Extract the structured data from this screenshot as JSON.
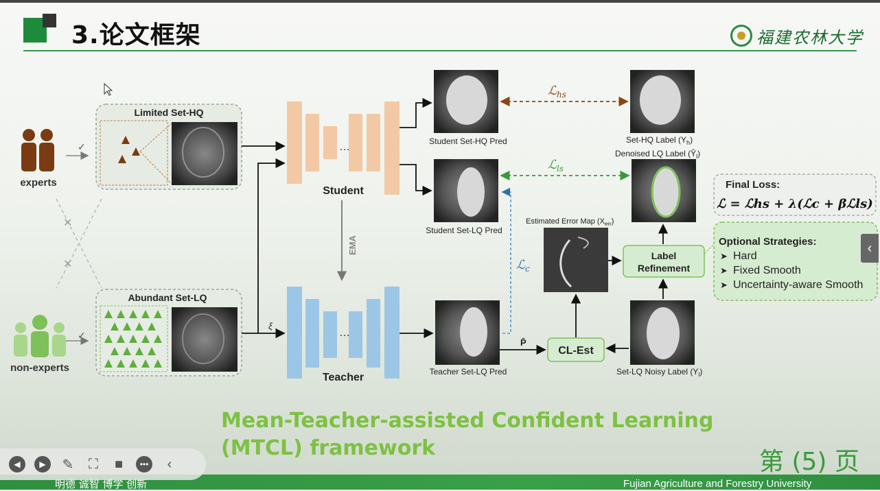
{
  "slide": {
    "title": "3.论文框架",
    "university_logo_text": "福建农林大学",
    "caption_line1": "Mean-Teacher-assisted Confident Learning",
    "caption_line2": "(MTCL) framework",
    "page_label": "第 (5) 页",
    "footer_left": "明德 诚智 博学 创新",
    "footer_right": "Fujian Agriculture and Forestry University"
  },
  "diagram": {
    "experts_label": "experts",
    "nonexperts_label": "non-experts",
    "hq_set_title": "Limited Set-HQ",
    "lq_set_title": "Abundant Set-LQ",
    "student_label": "Student",
    "teacher_label": "Teacher",
    "ema_label": "EMA",
    "xi_label": "ξ",
    "dots": "…",
    "student_hq_pred": "Student Set-HQ Pred",
    "student_lq_pred": "Student Set-LQ Pred",
    "teacher_lq_pred": "Teacher Set-LQ Pred",
    "sethq_label": "Set-HQ Label (Y",
    "sethq_label_sub": "h",
    "denoised_label": "Denoised LQ Label (Ŷ",
    "denoised_label_sub": "l",
    "noisy_label": "Set-LQ Noisy Label (Y",
    "noisy_label_sub": "l",
    "error_map_label": "Estimated Error Map (X",
    "error_map_sub": "err",
    "loss_hs": "ℒ",
    "loss_hs_sub": "hs",
    "loss_ls": "ℒ",
    "loss_ls_sub": "ls",
    "loss_c": "ℒ",
    "loss_c_sub": "c",
    "p_label": "P̄",
    "cl_est": "CL-Est",
    "label_refinement_1": "Label",
    "label_refinement_2": "Refinement",
    "final_loss_title": "Final Loss:",
    "final_loss_formula": "ℒ = ℒhs + λ(ℒc + βℒls)",
    "strategies_title": "Optional Strategies:",
    "strategies": [
      "Hard",
      "Fixed Smooth",
      "Uncertainty-aware Smooth"
    ],
    "check_mark": "✓",
    "cross_mark": "✕",
    "close_paren": ")"
  },
  "colors": {
    "student": "#f2c9a4",
    "teacher": "#9cc6e6",
    "green_accent": "#2e9a4a",
    "caption_green": "#7dc142",
    "loss_brown": "#8b4513",
    "loss_green": "#3a9a3a",
    "loss_blue": "#2f6fb0"
  },
  "icons": [
    "back-icon",
    "play-icon",
    "pen-icon",
    "screenshot-icon",
    "camera-icon",
    "more-icon",
    "collapse-icon",
    "side-collapse-icon"
  ]
}
